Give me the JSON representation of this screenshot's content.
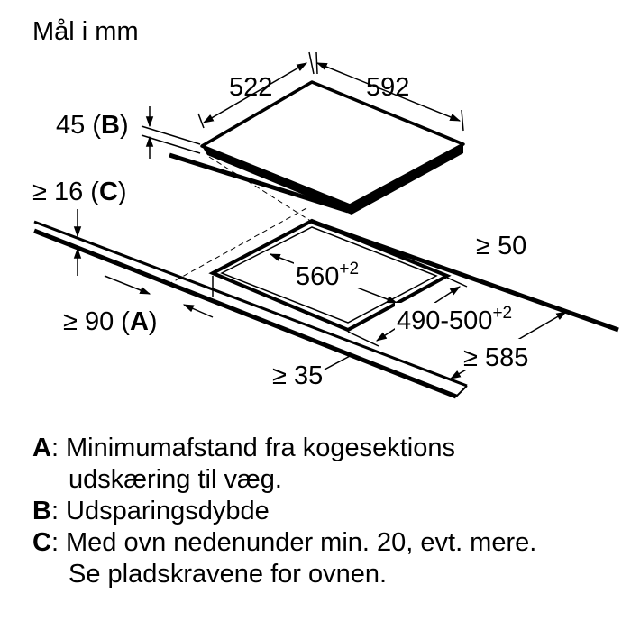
{
  "title": "Mål i mm",
  "dimensions": {
    "hob_width": "522",
    "hob_depth": "592",
    "hob_depth_recess": "45",
    "worktop_thickness": "≥ 16",
    "cutout_width_value": "560",
    "cutout_width_tolerance": "+2",
    "cutout_depth_value": "490-500",
    "cutout_depth_tolerance": "+2",
    "min_side": "≥ 50",
    "min_wall": "≥ 90",
    "min_front": "≥ 35",
    "min_worktop_depth": "≥ 585"
  },
  "keys": {
    "a": "A",
    "b": "B",
    "c": "C"
  },
  "legend": [
    {
      "key": "A",
      "lines": [
        "Minimumafstand fra kogesektions",
        "udskæring til væg."
      ]
    },
    {
      "key": "B",
      "lines": [
        "Udsparingsdybde"
      ]
    },
    {
      "key": "C",
      "lines": [
        "Med ovn nedenunder min. 20, evt. mere.",
        "Se pladskravene for ovnen."
      ]
    }
  ],
  "colors": {
    "line": "#000000",
    "background": "#ffffff"
  }
}
